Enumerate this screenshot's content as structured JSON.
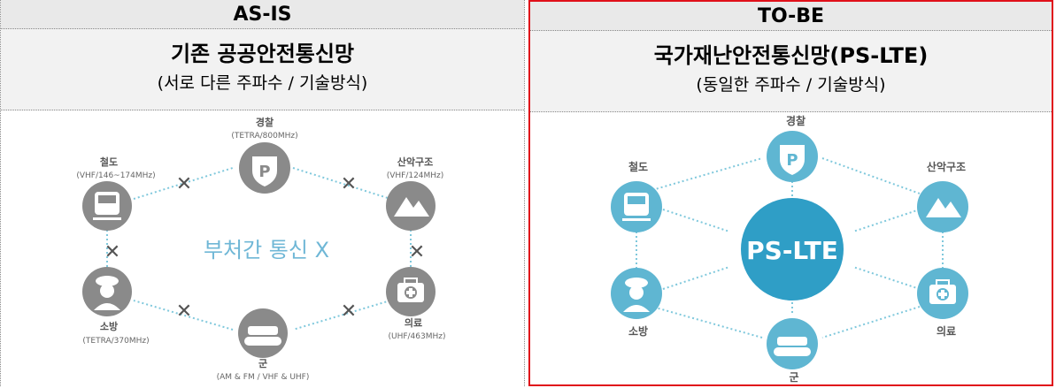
{
  "as_is": {
    "header": "AS-IS",
    "title": "기존 공공안전통신망",
    "subtitle": "(서로 다른 주파수 / 기술방식)",
    "center_text": "부처간 통신 X",
    "nodes": {
      "police": {
        "name": "경찰",
        "freq": "(TETRA/800MHz)"
      },
      "mountain": {
        "name": "산악구조",
        "freq": "(VHF/124MHz)"
      },
      "medical": {
        "name": "의료",
        "freq": "(UHF/463MHz)"
      },
      "military": {
        "name": "군",
        "freq": "(AM & FM / VHF & UHF)"
      },
      "fire": {
        "name": "소방",
        "freq": "(TETRA/370MHz)"
      },
      "rail": {
        "name": "철도",
        "freq": "(VHF/146~174MHz)"
      }
    },
    "x_mark": "✕"
  },
  "to_be": {
    "header": "TO-BE",
    "title": "국가재난안전통신망(PS-LTE)",
    "subtitle": "(동일한 주파수 / 기술방식)",
    "hub_label": "PS-LTE",
    "nodes": {
      "police": "경찰",
      "mountain": "산악구조",
      "medical": "의료",
      "military": "군",
      "fire": "소방",
      "rail": "철도"
    }
  },
  "colors": {
    "gray_icon": "#8a8a8a",
    "blue_icon": "#5fb6d2",
    "hub": "#2f9ec6",
    "dot_line": "#7fc8dc",
    "center_text": "#6fb7d6",
    "border_red": "#e0101a"
  }
}
